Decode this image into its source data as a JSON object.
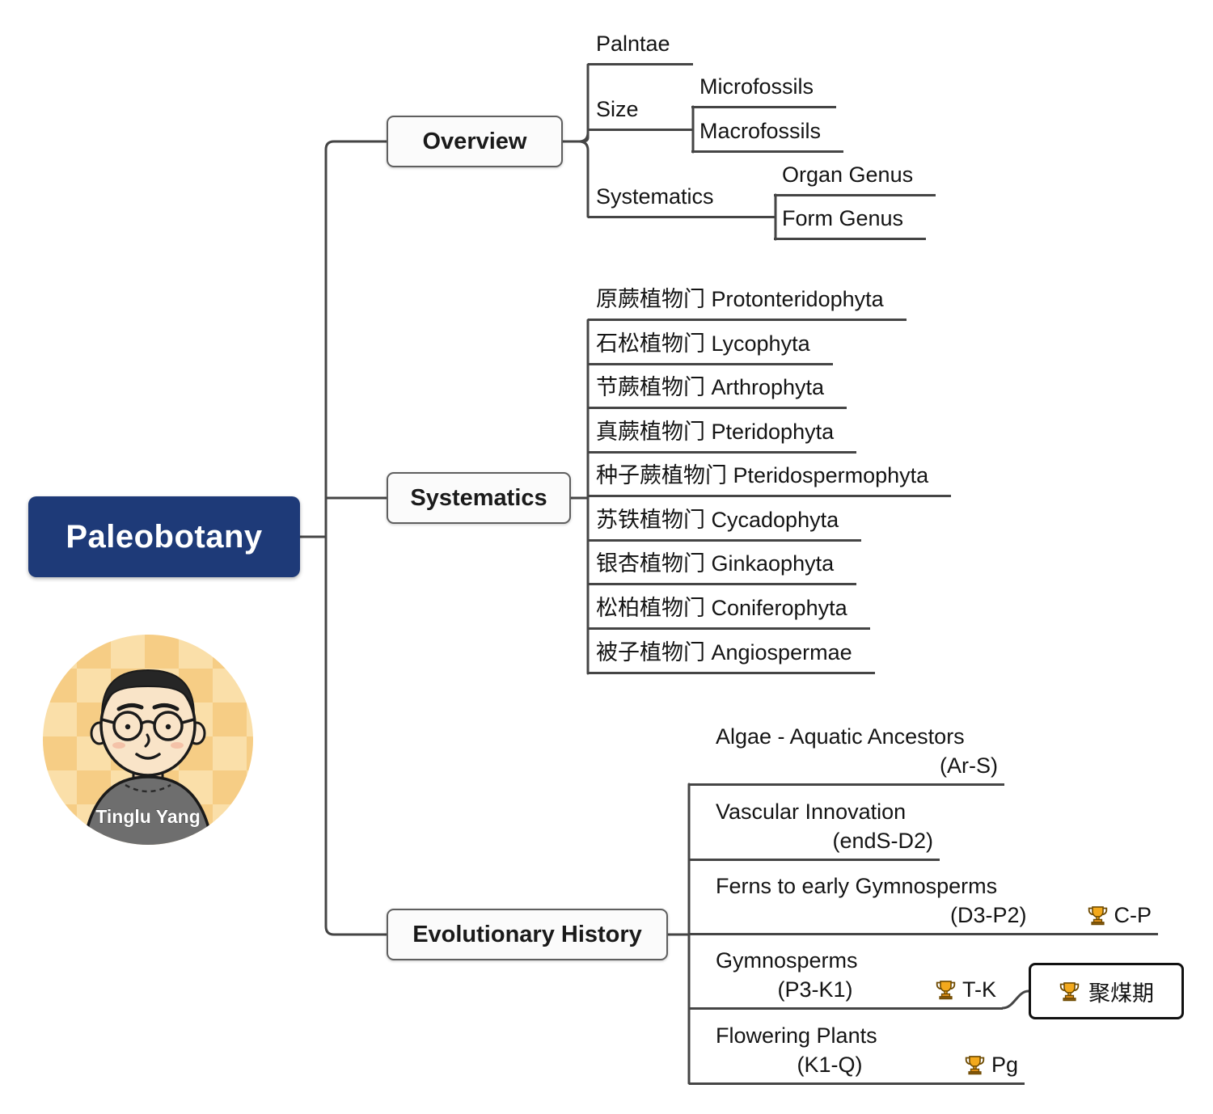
{
  "root": {
    "label": "Paleobotany"
  },
  "avatar": {
    "name": "Tinglu Yang"
  },
  "overview": {
    "label": "Overview",
    "palntae": "Palntae",
    "size": "Size",
    "microfossils": "Microfossils",
    "macrofossils": "Macrofossils",
    "systematics": "Systematics",
    "organ_genus": "Organ Genus",
    "form_genus": "Form Genus"
  },
  "systematics": {
    "label": "Systematics",
    "phyla": [
      "原蕨植物门 Protonteridophyta",
      "石松植物门 Lycophyta",
      "节蕨植物门 Arthrophyta",
      "真蕨植物门 Pteridophyta",
      "种子蕨植物门 Pteridospermophyta",
      "苏铁植物门 Cycadophyta",
      "银杏植物门 Ginkaophyta",
      "松柏植物门 Coniferophyta",
      "被子植物门 Angiospermae"
    ]
  },
  "evolution": {
    "label": "Evolutionary History",
    "stages": [
      {
        "title": "Algae - Aquatic Ancestors",
        "period": "(Ar-S)",
        "marker": ""
      },
      {
        "title": "Vascular Innovation",
        "period": "(endS-D2)",
        "marker": ""
      },
      {
        "title": "Ferns to early Gymnosperms",
        "period": "(D3-P2)",
        "marker": "C-P"
      },
      {
        "title": "Gymnosperms",
        "period": "(P3-K1)",
        "marker": "T-K"
      },
      {
        "title": "Flowering Plants",
        "period": "(K1-Q)",
        "marker": "Pg"
      }
    ],
    "callout": {
      "label": "聚煤期"
    }
  },
  "colors": {
    "root_bg": "#1e3a78",
    "connector": "#454545",
    "trophy_gold": "#f3a91c",
    "avatar_bg_light": "#fadfa9",
    "avatar_bg_dark": "#f6cd85"
  }
}
